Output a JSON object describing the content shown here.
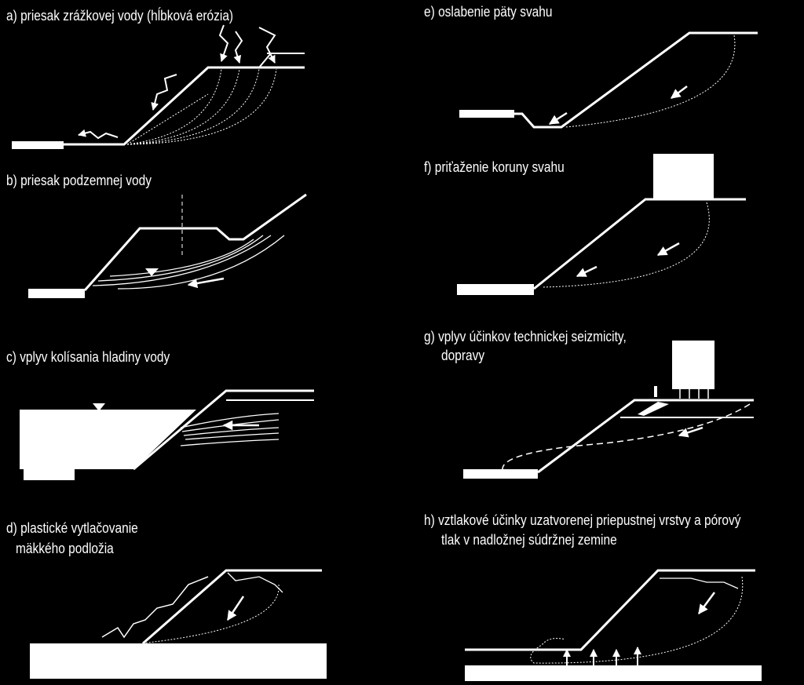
{
  "panels": {
    "a": {
      "caption": "a)   priesak zrážkovej vody (hĺbková erózia)"
    },
    "b": {
      "caption": "b) priesak podzemnej vody"
    },
    "c": {
      "caption": "c) vplyv kolísania hladiny vody"
    },
    "d": {
      "caption_line1": "d) plastické vytlačovanie",
      "caption_line2": "mäkkého podložia"
    },
    "e": {
      "caption": "e) oslabenie päty svahu"
    },
    "f": {
      "caption": "f) priťaženie koruny svahu"
    },
    "g": {
      "caption_line1": "g) vplyv účinkov technickej seizmicity,",
      "caption_line2": "dopravy"
    },
    "h": {
      "caption_line1": "h) vztlakové účinky uzatvorenej priepustnej vrstvy a pórový",
      "caption_line2": "tlak v nadložnej súdržnej zemine"
    }
  },
  "colors": {
    "background": "#000000",
    "foreground": "#ffffff"
  }
}
